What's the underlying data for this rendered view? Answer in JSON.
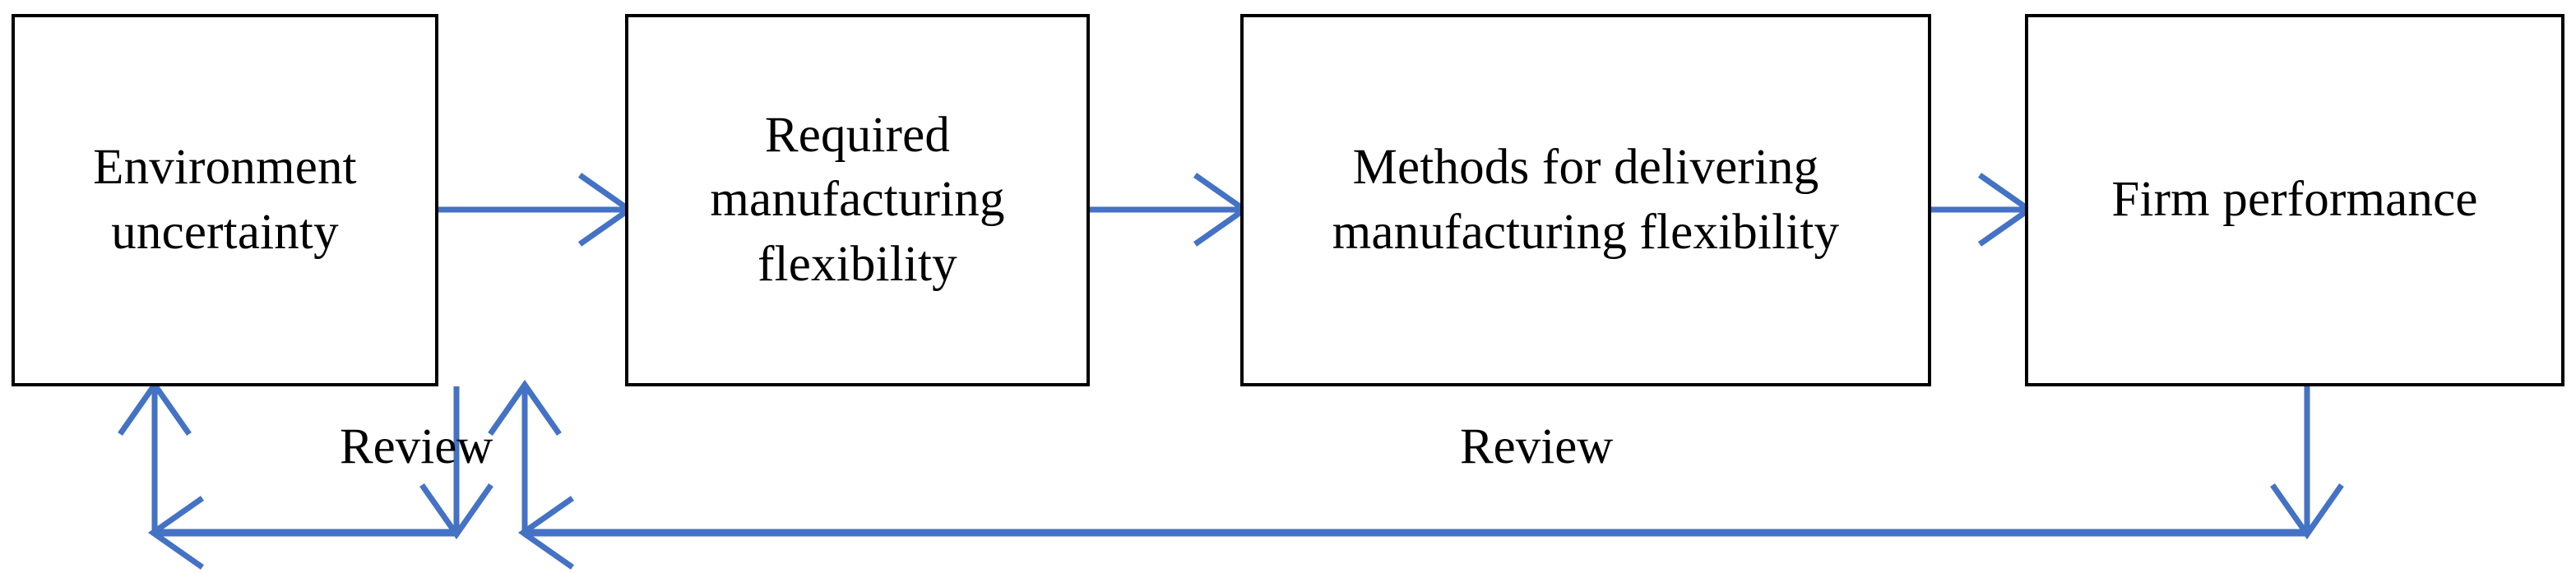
{
  "diagram": {
    "title": "Manufacturing flexibility process framework",
    "type": "flow-diagram",
    "background_color": "#ffffff",
    "box_border_color": "#000000",
    "arrow_color": "#4472C4",
    "text_color": "#000000"
  },
  "boxes": [
    {
      "id": "environment-uncertainty",
      "label": "Environment uncertainty",
      "line1": "Environment",
      "line2": "uncertainty"
    },
    {
      "id": "required-manufacturing-flexibility",
      "label": "Required manufacturing flexibility",
      "line1": "Required",
      "line2": "manufacturing",
      "line3": "flexibility"
    },
    {
      "id": "methods-for-delivering-manufacturing-flexibility",
      "label": "Methods for delivering manufacturing flexibility",
      "line1": "Methods for delivering",
      "line2": "manufacturing",
      "line3": "flexibility"
    },
    {
      "id": "firm-performance",
      "label": "Firm performance",
      "line1": "Firm performance"
    }
  ],
  "connectors": [
    {
      "id": "arrow-env-to-required",
      "from": "environment-uncertainty",
      "to": "required-manufacturing-flexibility",
      "direction": "right",
      "label": ""
    },
    {
      "id": "arrow-required-to-methods",
      "from": "required-manufacturing-flexibility",
      "to": "methods-for-delivering-manufacturing-flexibility",
      "direction": "right",
      "label": ""
    },
    {
      "id": "arrow-methods-to-firm",
      "from": "methods-for-delivering-manufacturing-flexibility",
      "to": "firm-performance",
      "direction": "right",
      "label": ""
    },
    {
      "id": "feedback-left",
      "from": "required-manufacturing-flexibility",
      "to": "environment-uncertainty",
      "direction": "feedback",
      "label": "Review"
    },
    {
      "id": "feedback-right",
      "from": "firm-performance",
      "to": "required-manufacturing-flexibility",
      "direction": "feedback",
      "label": "Review"
    }
  ],
  "labels": {
    "review_left": "Review",
    "review_right": "Review"
  }
}
